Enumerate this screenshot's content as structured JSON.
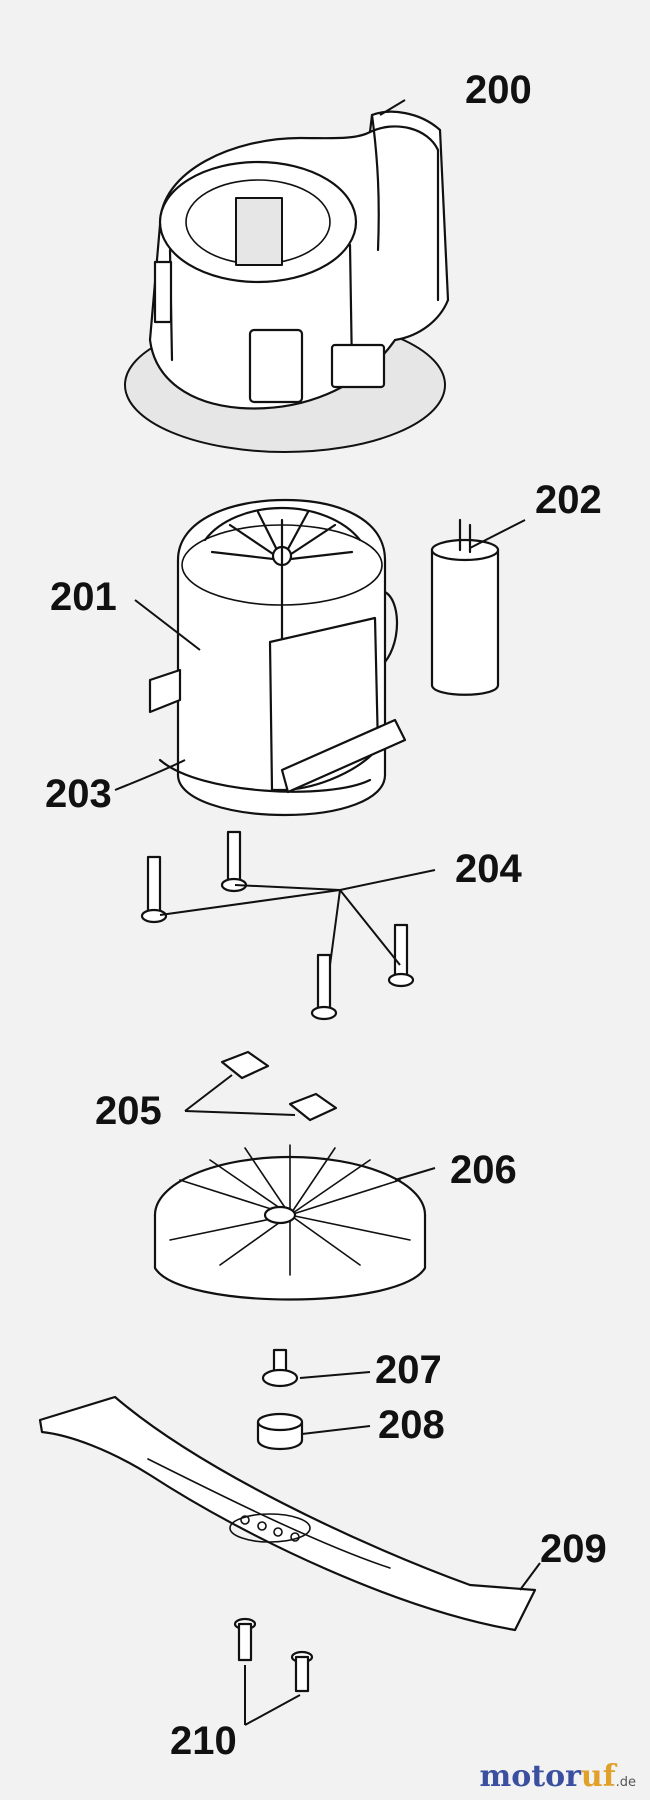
{
  "diagram": {
    "parts": [
      {
        "id": "housing",
        "number": "200"
      },
      {
        "id": "motor",
        "number": "201"
      },
      {
        "id": "capacitor",
        "number": "202"
      },
      {
        "id": "motor-frame",
        "number": "203"
      },
      {
        "id": "motor-screws",
        "number": "204"
      },
      {
        "id": "nuts",
        "number": "205"
      },
      {
        "id": "fan",
        "number": "206"
      },
      {
        "id": "blade-bolt",
        "number": "207"
      },
      {
        "id": "spacer",
        "number": "208"
      },
      {
        "id": "blade",
        "number": "209"
      },
      {
        "id": "screws",
        "number": "210"
      }
    ]
  },
  "watermark": {
    "main": "motor",
    "accent": "uf",
    "tld": ".de"
  }
}
